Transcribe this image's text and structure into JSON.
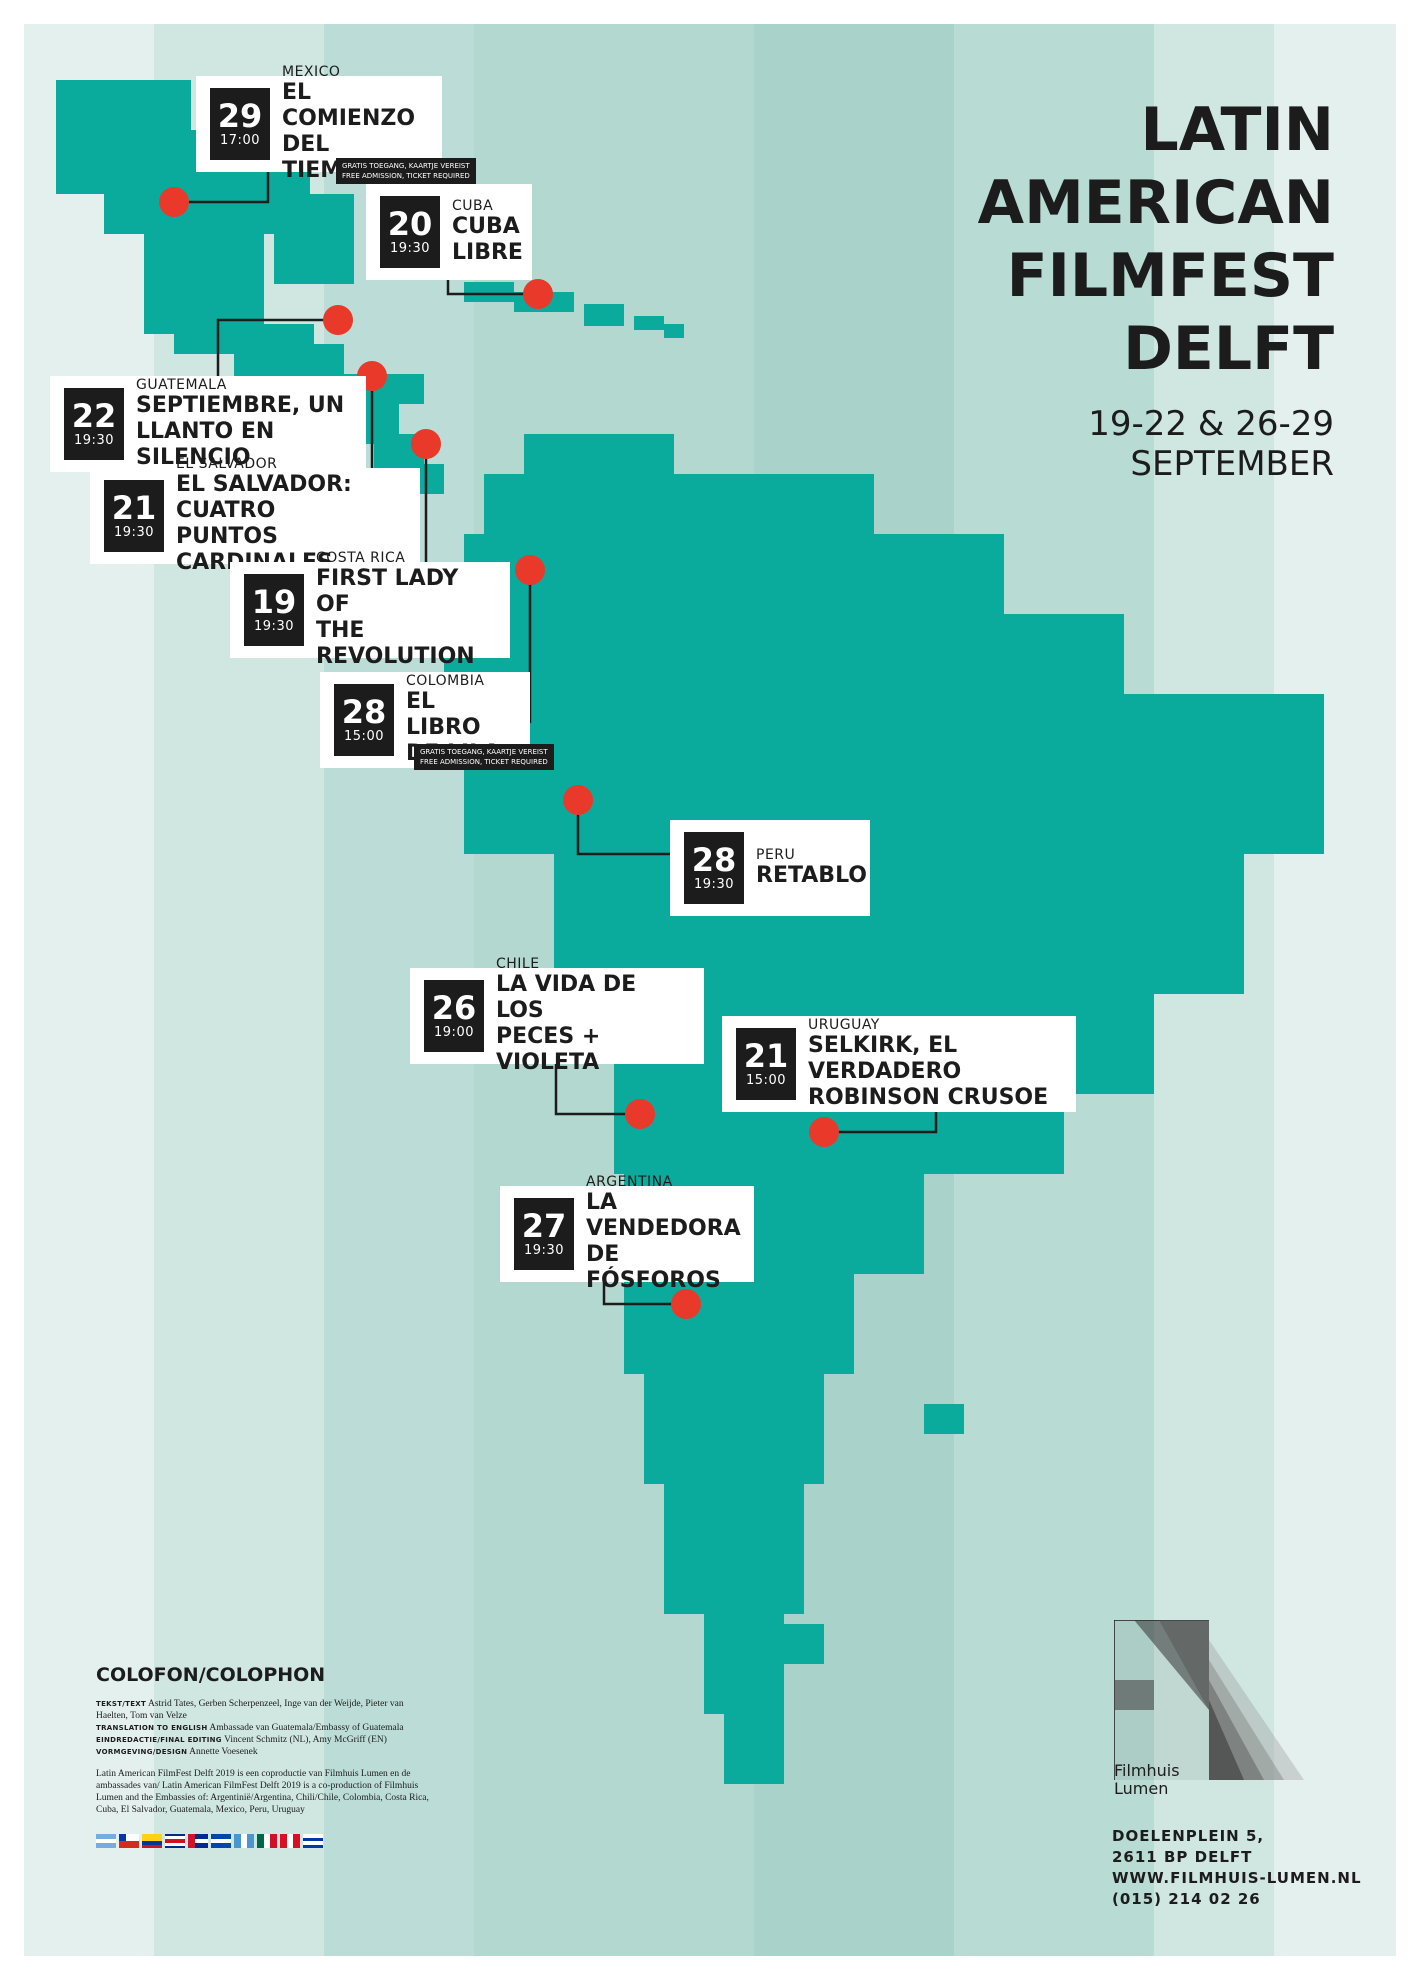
{
  "festival": {
    "title_lines": [
      "LATIN",
      "AMERICAN",
      "FILMFEST",
      "DELFT"
    ],
    "dates_line1": "19-22 & 26-29",
    "dates_line2": "SEPTEMBER"
  },
  "colors": {
    "background_light": "#b2d8d0",
    "map_teal": "#0aab9c",
    "pin_red": "#e8392b",
    "date_box": "#1c1c1c",
    "text": "#1c1c1c"
  },
  "events": [
    {
      "key": "mexico",
      "day": "29",
      "time": "17:00",
      "country": "MEXICO",
      "title": "EL COMIENZO\nDEL TIEMPO",
      "note": "GRATIS TOEGANG, KAARTJE VEREIST\nFREE ADMISSION, TICKET REQUIRED"
    },
    {
      "key": "cuba",
      "day": "20",
      "time": "19:30",
      "country": "CUBA",
      "title": "CUBA\nLIBRE"
    },
    {
      "key": "guatemala",
      "day": "22",
      "time": "19:30",
      "country": "GUATEMALA",
      "title": "SEPTIEMBRE, UN\nLLANTO EN SILENCIO"
    },
    {
      "key": "elsalvador",
      "day": "21",
      "time": "19:30",
      "country": "EL SALVADOR",
      "title": "EL SALVADOR: CUATRO\nPUNTOS CARDINALES"
    },
    {
      "key": "costarica",
      "day": "19",
      "time": "19:30",
      "country": "COSTA RICA",
      "title": "FIRST LADY OF\nTHE REVOLUTION"
    },
    {
      "key": "colombia",
      "day": "28",
      "time": "15:00",
      "country": "COLOMBIA",
      "title": "EL LIBRO\nDE LILA",
      "note": "GRATIS TOEGANG, KAARTJE VEREIST\nFREE ADMISSION, TICKET REQUIRED"
    },
    {
      "key": "peru",
      "day": "28",
      "time": "19:30",
      "country": "PERU",
      "title": "RETABLO"
    },
    {
      "key": "chile",
      "day": "26",
      "time": "19:00",
      "country": "CHILE",
      "title": "LA VIDA DE LOS\nPECES + VIOLETA"
    },
    {
      "key": "uruguay",
      "day": "21",
      "time": "15:00",
      "country": "URUGUAY",
      "title": "SELKIRK, EL VERDADERO\nROBINSON CRUSOE"
    },
    {
      "key": "argentina",
      "day": "27",
      "time": "19:30",
      "country": "ARGENTINA",
      "title": "LA VENDEDORA\nDE FÓSFOROS"
    }
  ],
  "venue": {
    "logo_name": "Filmhuis\nLumen",
    "address_line1": "DOELENPLEIN 5,",
    "address_line2": "2611 BP DELFT",
    "website": "WWW.FILMHUIS-LUMEN.NL",
    "phone": "(015) 214 02 26"
  },
  "colofon": {
    "heading": "COLOFON/COLOPHON",
    "text_label": "TEKST/TEXT",
    "text_value": "Astrid Tates, Gerben Scherpenzeel, Inge van der Weijde, Pieter van Haelten, Tom van Velze",
    "translation_label": "TRANSLATION TO ENGLISH",
    "translation_value": "Ambassade van Guatemala/Embassy of Guatemala",
    "editing_label": "EINDREDACTIE/FINAL EDITING",
    "editing_value": "Vincent Schmitz (NL), Amy McGriff (EN)",
    "design_label": "VORMGEVING/DESIGN",
    "design_value": "Annette Voesenek",
    "credits": "Latin American FilmFest Delft 2019 is een coproductie van Filmhuis Lumen en de ambassades van/ Latin American FilmFest Delft 2019 is a co-production of Filmhuis Lumen and the Embassies of: Argentinië/Argentina, Chili/Chile, Colombia, Costa Rica, Cuba, El Salvador, Guatemala, Mexico, Peru, Uruguay"
  },
  "flags": [
    "argentina-flag",
    "chile-flag",
    "colombia-flag",
    "costa-rica-flag",
    "cuba-flag",
    "el-salvador-flag",
    "guatemala-flag",
    "mexico-flag",
    "peru-flag",
    "uruguay-flag"
  ]
}
